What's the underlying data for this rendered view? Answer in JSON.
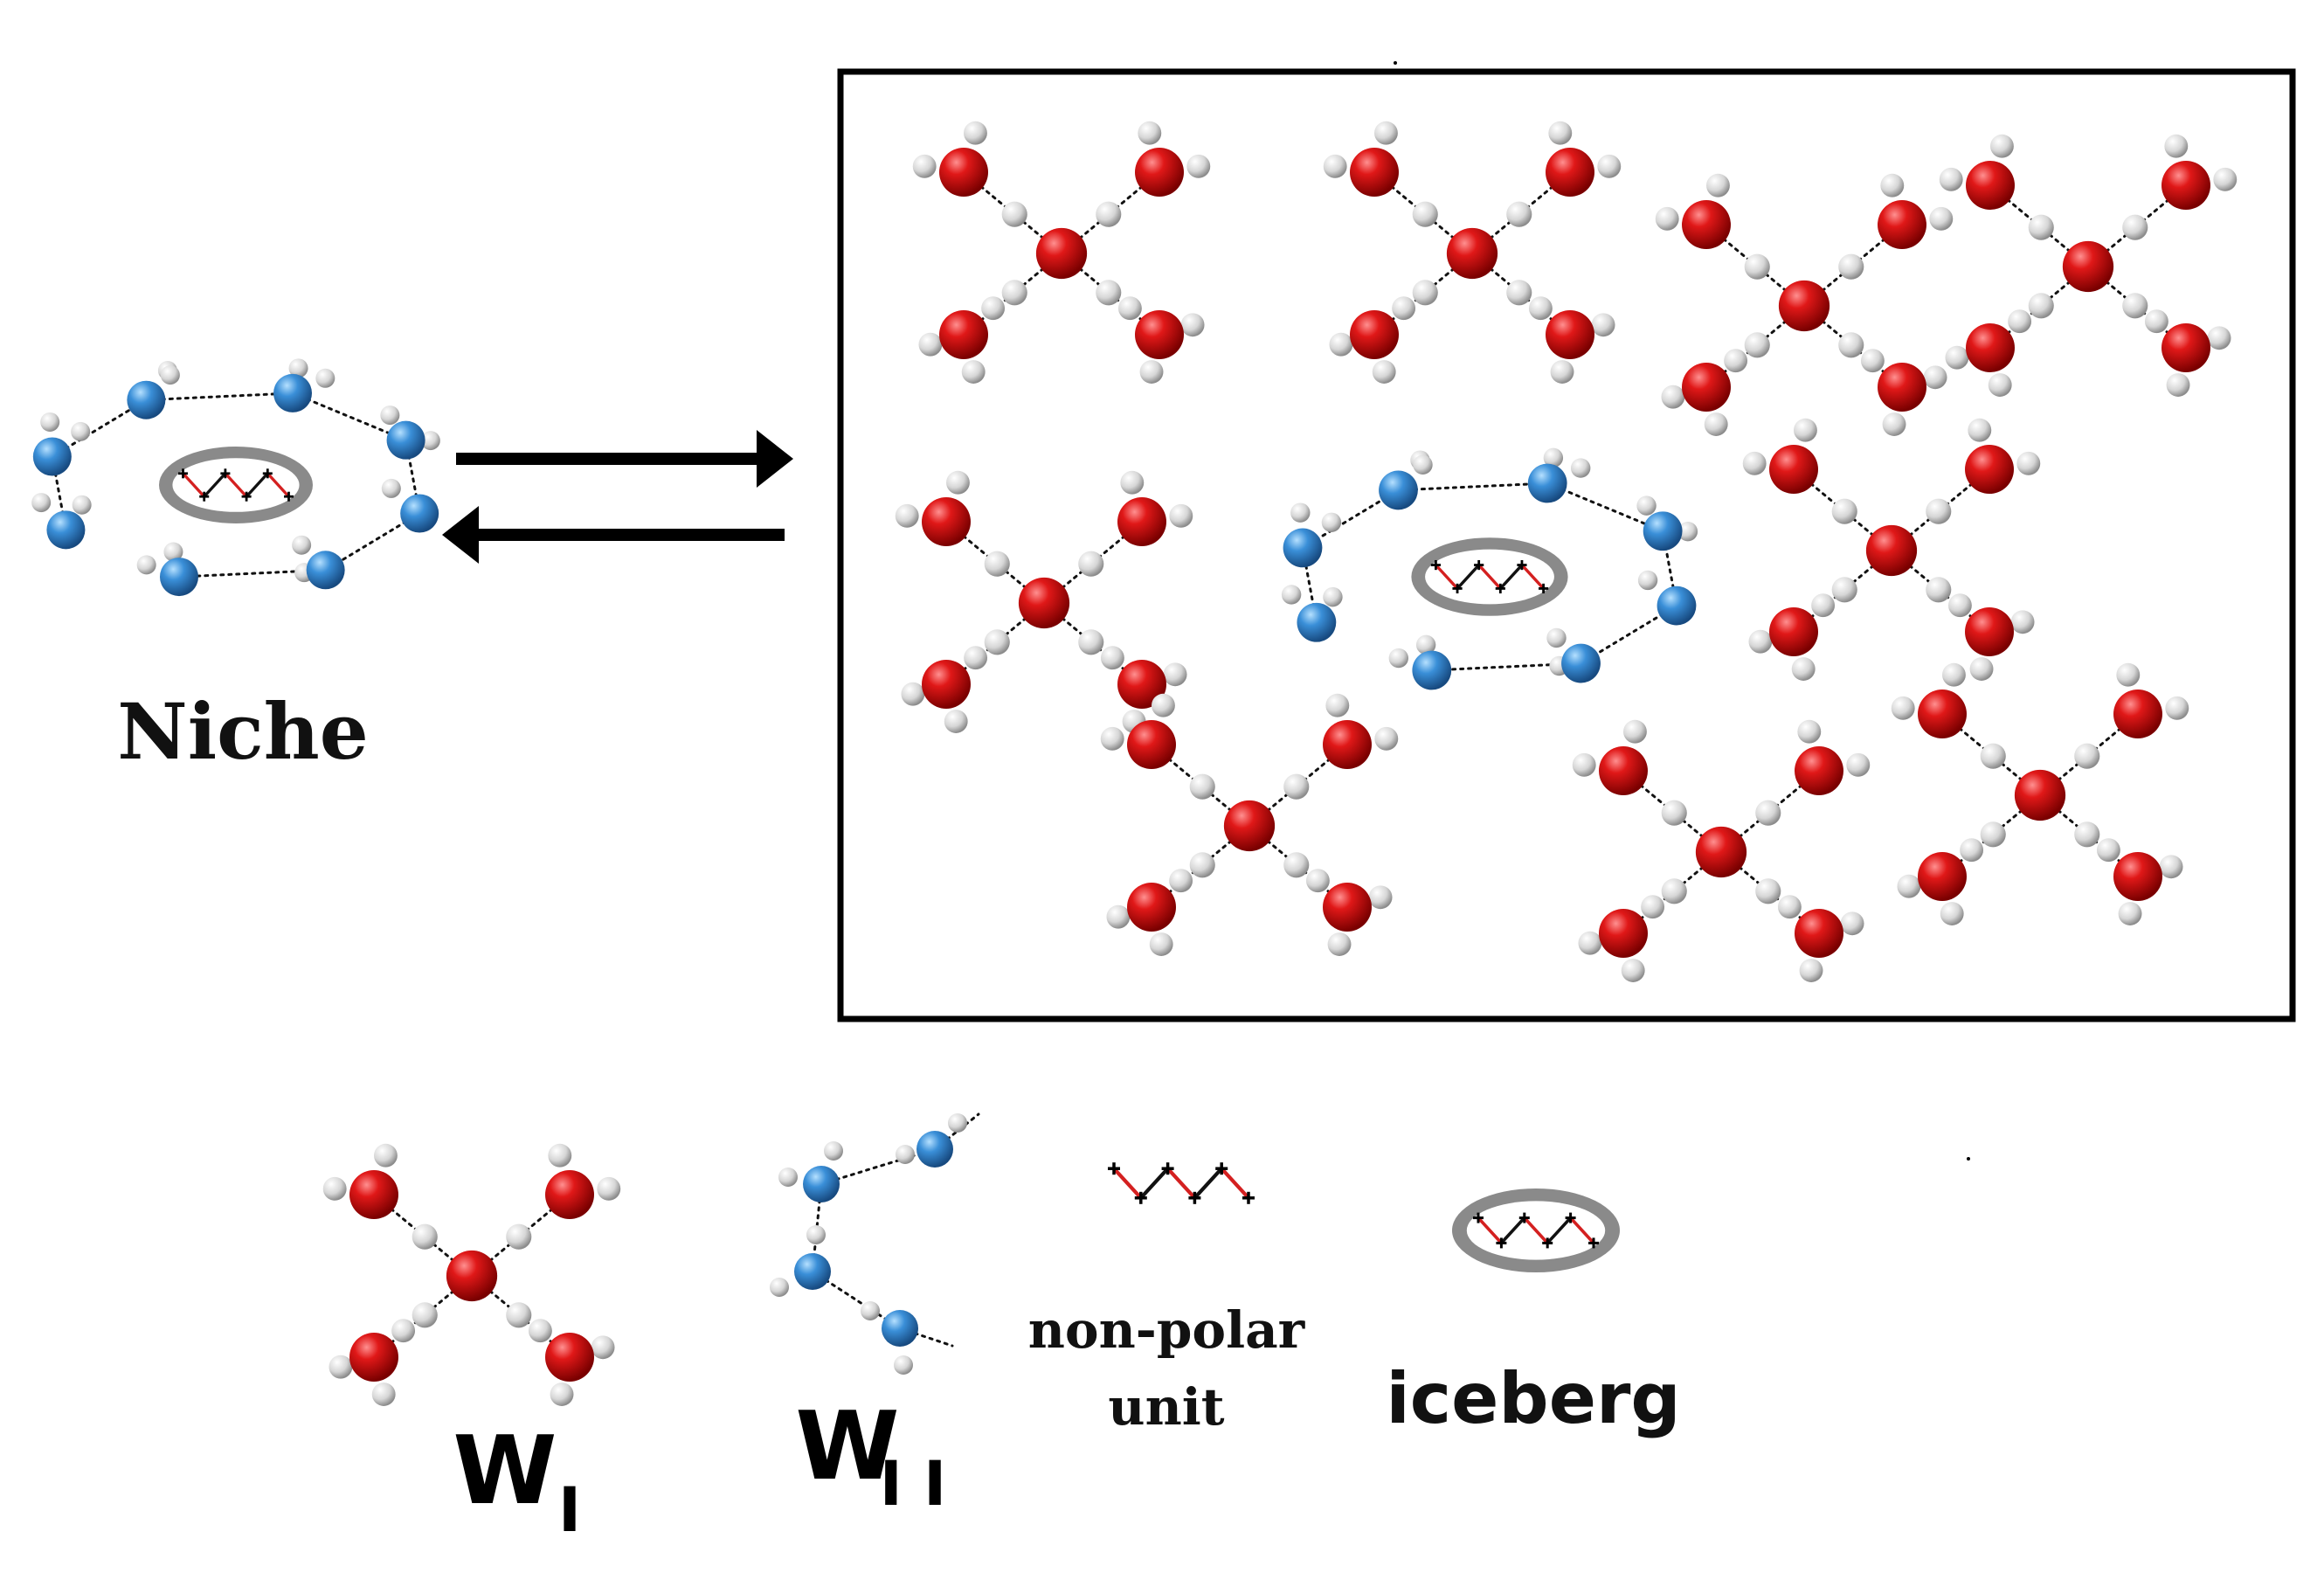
{
  "labels": {
    "niche": "Niche",
    "w1_main": "W",
    "w1_sub": "I",
    "w2_main": "W",
    "w2_sub": "I I",
    "nonpolar_line1": "non-polar",
    "nonpolar_line2": "unit",
    "iceberg": "iceberg"
  },
  "colors": {
    "oxygen_red": "#d10f0f",
    "oxygen_blue": "#2f86d6",
    "hydrogen": "#d8d8d8",
    "iceberg_ellipse": "#8a8a8a",
    "chain_red": "#d42020",
    "box_border": "#000000"
  }
}
